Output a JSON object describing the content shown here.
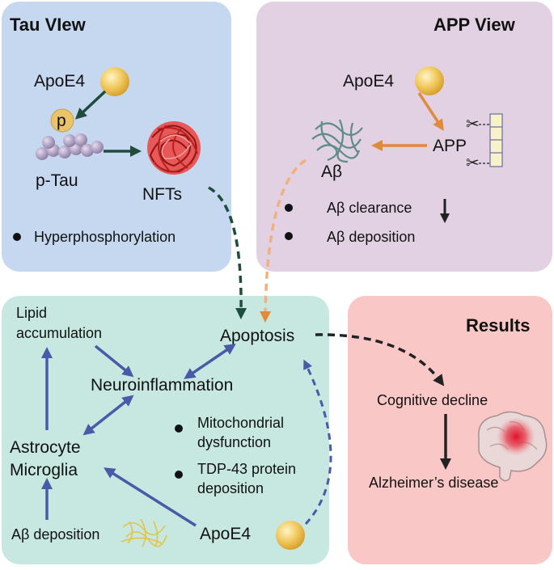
{
  "tau_panel": {
    "title": "Tau VIew",
    "apoe4": "ApoE4",
    "p_badge": "p",
    "p_tau": "p-Tau",
    "nfts": "NFTs",
    "bullet": "Hyperphosphorylation"
  },
  "app_panel": {
    "title": "APP View",
    "apoe4": "ApoE4",
    "app": "APP",
    "abeta": "Aβ",
    "bullets": [
      "Aβ clearance",
      "Aβ deposition"
    ]
  },
  "mechanism_panel": {
    "lipid": [
      "Lipid",
      "accumulation"
    ],
    "apoptosis": "Apoptosis",
    "neuroinflammation": "Neuroinflammation",
    "astrocyte_microglia": [
      "Astrocyte",
      "Microglia"
    ],
    "mito": [
      "Mitochondrial",
      "dysfunction"
    ],
    "tdp43": [
      "TDP-43 protein",
      "deposition"
    ],
    "abeta_deposition": "Aβ deposition",
    "apoe4": "ApoE4"
  },
  "results_panel": {
    "title": "Results",
    "cognitive": "Cognitive decline",
    "alzheimers": "Alzheimer’s disease"
  },
  "colors": {
    "tau_bg": "#c5d8f0",
    "app_bg": "#e2d1e2",
    "mech_bg": "#c7e8e0",
    "results_bg": "#f9c8c6",
    "dark_green_arrow": "#1e4d3d",
    "orange_arrow": "#e0944a",
    "blue_arrow": "#4a5aa8",
    "black_arrow": "#222222"
  },
  "icons": [
    "apoe4-sphere-icon",
    "phosphate-icon",
    "p-tau-chain-icon",
    "nft-tangle-icon",
    "abeta-fibril-icon",
    "app-scissors-icon",
    "brain-icon",
    "abeta-plaque-icon"
  ]
}
